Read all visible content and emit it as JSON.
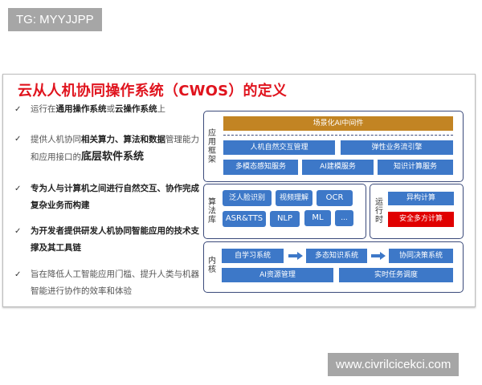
{
  "watermarks": {
    "top": "TG: MYYJJPP",
    "bottom": "www.civrilcicekci.com"
  },
  "slide": {
    "title": "云从人机协同操作系统（CWOS）的定义",
    "bullets": [
      {
        "check": "✓",
        "parts": [
          {
            "t": "运行在",
            "b": false
          },
          {
            "t": "通用操作系统",
            "b": true
          },
          {
            "t": "或",
            "b": false
          },
          {
            "t": "云操作系统",
            "b": true
          },
          {
            "t": "上",
            "b": false
          }
        ]
      },
      {
        "check": "✓",
        "parts": [
          {
            "t": "提供人机协同",
            "b": false
          },
          {
            "t": "相关算力、算法和数据",
            "b": true
          },
          {
            "t": "管理能力和应用接口的",
            "b": false
          },
          {
            "t": "底层软件系统",
            "b": true,
            "big": true
          }
        ]
      },
      {
        "check": "✓",
        "parts": [
          {
            "t": "专为人与计算机之间进行自然交互、协作完成复杂业务而构建",
            "b": true
          }
        ]
      },
      {
        "check": "✓",
        "parts": [
          {
            "t": "为开发者提供研发人机协同智能应用的技术支撑及其工具链",
            "b": true
          }
        ]
      },
      {
        "check": "✓",
        "parts": [
          {
            "t": "旨在降低人工智能应用门槛、提升人类与机器智能进行协作的效率和体验",
            "b": false
          }
        ]
      }
    ],
    "diagram": {
      "app_framework": {
        "label": "应用框架",
        "middleware": "场景化AI中间件",
        "row1": [
          "人机自然交互管理",
          "弹性业务流引擎"
        ],
        "row2": [
          "多模态感知服务",
          "AI建模服务",
          "知识计算服务"
        ]
      },
      "algorithm_lib": {
        "label": "算法库",
        "row1": [
          "泛人脸识别",
          "视频理解",
          "OCR"
        ],
        "row2": [
          "ASR&TTS",
          "NLP",
          "ML",
          "..."
        ]
      },
      "runtime": {
        "label": "运行时",
        "items": [
          "异构计算",
          "安全多方计算"
        ]
      },
      "kernel": {
        "label": "内核",
        "row1": [
          "自学习系统",
          "多态知识系统",
          "协同决策系统"
        ],
        "row2": [
          "AI资源管理",
          "实时任务调度"
        ]
      }
    },
    "colors": {
      "title": "#e0141e",
      "box_blue": "#3d78c8",
      "box_orange": "#c28423",
      "box_red": "#e00000",
      "border": "#3b4a7a"
    }
  }
}
